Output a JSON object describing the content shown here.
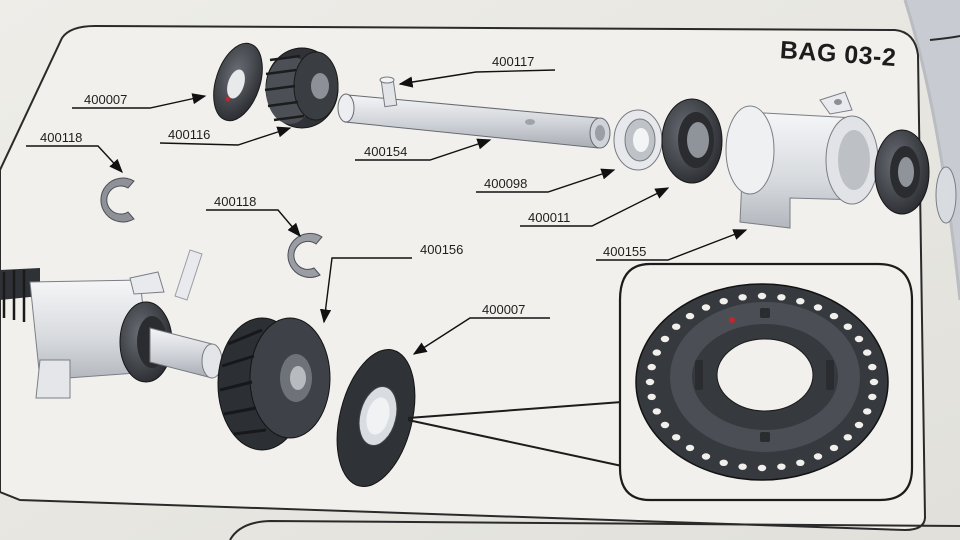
{
  "document": {
    "bag_label": "BAG 03-2"
  },
  "parts": [
    {
      "id": "p1",
      "number": "400007"
    },
    {
      "id": "p2",
      "number": "400116"
    },
    {
      "id": "p3",
      "number": "400117"
    },
    {
      "id": "p4",
      "number": "400154"
    },
    {
      "id": "p5",
      "number": "400118"
    },
    {
      "id": "p6",
      "number": "400098"
    },
    {
      "id": "p7",
      "number": "400011"
    },
    {
      "id": "p8",
      "number": "400155"
    },
    {
      "id": "p9",
      "number": "400118"
    },
    {
      "id": "p10",
      "number": "400156"
    },
    {
      "id": "p11",
      "number": "400007"
    }
  ],
  "colors": {
    "paper": "#ecebe6",
    "outline": "#2a2a2a",
    "part_dark": "#3a3d42",
    "part_light": "#d9dce0",
    "arrow": "#111111"
  }
}
